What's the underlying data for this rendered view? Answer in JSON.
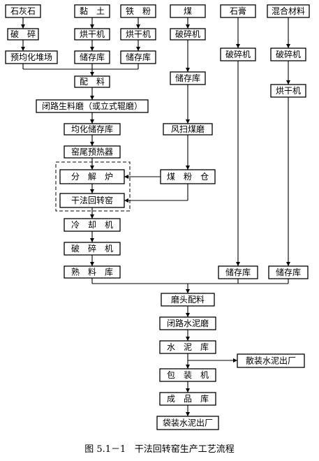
{
  "caption": "图 5.1－1   干法回转窑生产工艺流程",
  "nodes": {
    "limestone": "石灰石",
    "clay": "黏　土",
    "iron_powder": "铁　粉",
    "coal": "煤",
    "gypsum": "石膏",
    "mixed_material": "混合材料",
    "limestone_crush": "破　碎",
    "clay_dryer": "烘干机",
    "iron_dryer": "烘干机",
    "coal_crusher": "破碎机",
    "gypsum_crusher": "破碎机",
    "mixed_crusher": "破碎机",
    "prehomo_yard": "预均化堆场",
    "clay_storage": "储存库",
    "iron_storage": "储存库",
    "coal_storage": "储存库",
    "mixed_dryer": "烘干机",
    "batching": "配　料",
    "raw_mill": "闭路生料磨（或立式辊磨）",
    "homo_silo": "均化储存库",
    "coal_mill": "风扫煤磨",
    "preheater": "窑尾预热器",
    "calciner": "分　解　炉",
    "coal_bin": "煤　粉　仓",
    "kiln": "干法回转窑",
    "cooler": "冷　却　机",
    "clinker_crusher": "破　碎　机",
    "clinker_storage": "熟　料　库",
    "gypsum_storage": "储存库",
    "mixed_storage": "储存库",
    "cement_batching": "磨头配料",
    "cement_mill": "闭路水泥磨",
    "cement_silo": "水　泥　库",
    "bulk_out": "散装水泥出厂",
    "packer": "包　装　机",
    "product_storage": "成　品　库",
    "bag_out": "袋装水泥出厂"
  }
}
